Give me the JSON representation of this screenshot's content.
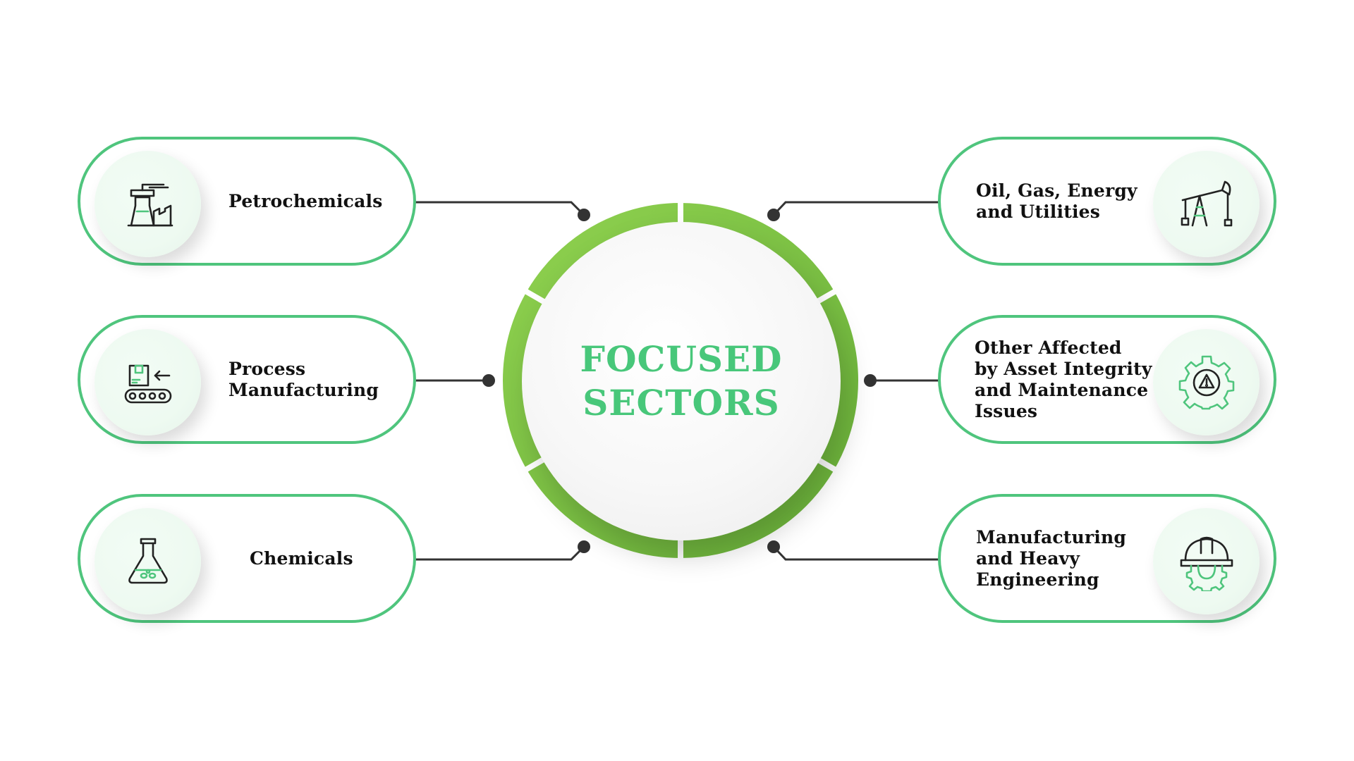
{
  "center": {
    "title_line1": "FOCUSED",
    "title_line2": "SECTORS"
  },
  "sectors": {
    "left": [
      {
        "lines": [
          "Petrochemicals"
        ],
        "icon": "refinery-icon"
      },
      {
        "lines": [
          "Process",
          "Manufacturing"
        ],
        "icon": "conveyor-belt-icon"
      },
      {
        "lines": [
          "Chemicals"
        ],
        "icon": "flask-icon"
      }
    ],
    "right": [
      {
        "lines": [
          "Oil, Gas, Energy",
          "and Utilities"
        ],
        "icon": "oil-pump-icon"
      },
      {
        "lines": [
          "Other Affected",
          "by Asset Integrity",
          "and Maintenance",
          "Issues"
        ],
        "icon": "gear-warning-icon"
      },
      {
        "lines": [
          "Manufacturing",
          "and Heavy",
          "Engineering"
        ],
        "icon": "hard-hat-gear-icon"
      }
    ]
  },
  "colors": {
    "accent_green": "#4fc57d",
    "ring_green": "#7bc142",
    "title_green": "#48c77a",
    "connector": "#333333"
  }
}
